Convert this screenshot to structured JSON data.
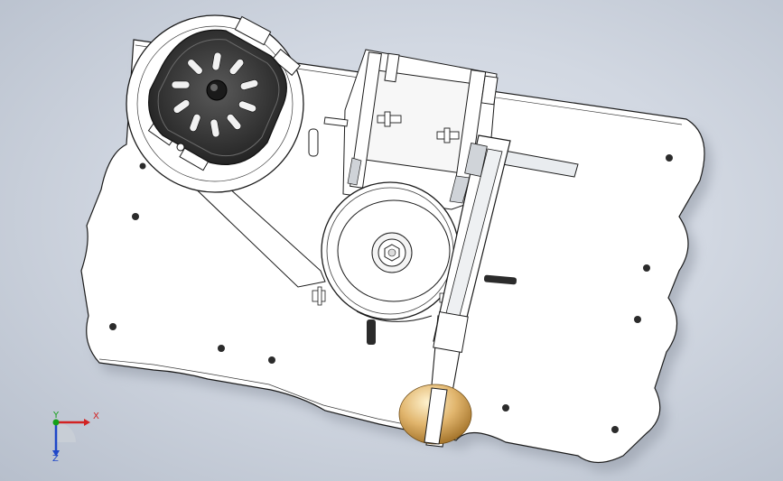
{
  "viewport": {
    "background_colors": [
      "#dfe4ec",
      "#b7bfcc"
    ]
  },
  "model": {
    "plate_color": "#ffffff",
    "edge_color": "#1b1b1b",
    "shade_color": "#cfd3d8",
    "fan_color": "#2b2b2b",
    "knob_color": "#d8a65a"
  },
  "triad": {
    "x_label": "X",
    "y_label": "Y",
    "z_label": "Z",
    "x_color": "#d22222",
    "y_color": "#14a018",
    "z_color": "#1f47c8"
  }
}
